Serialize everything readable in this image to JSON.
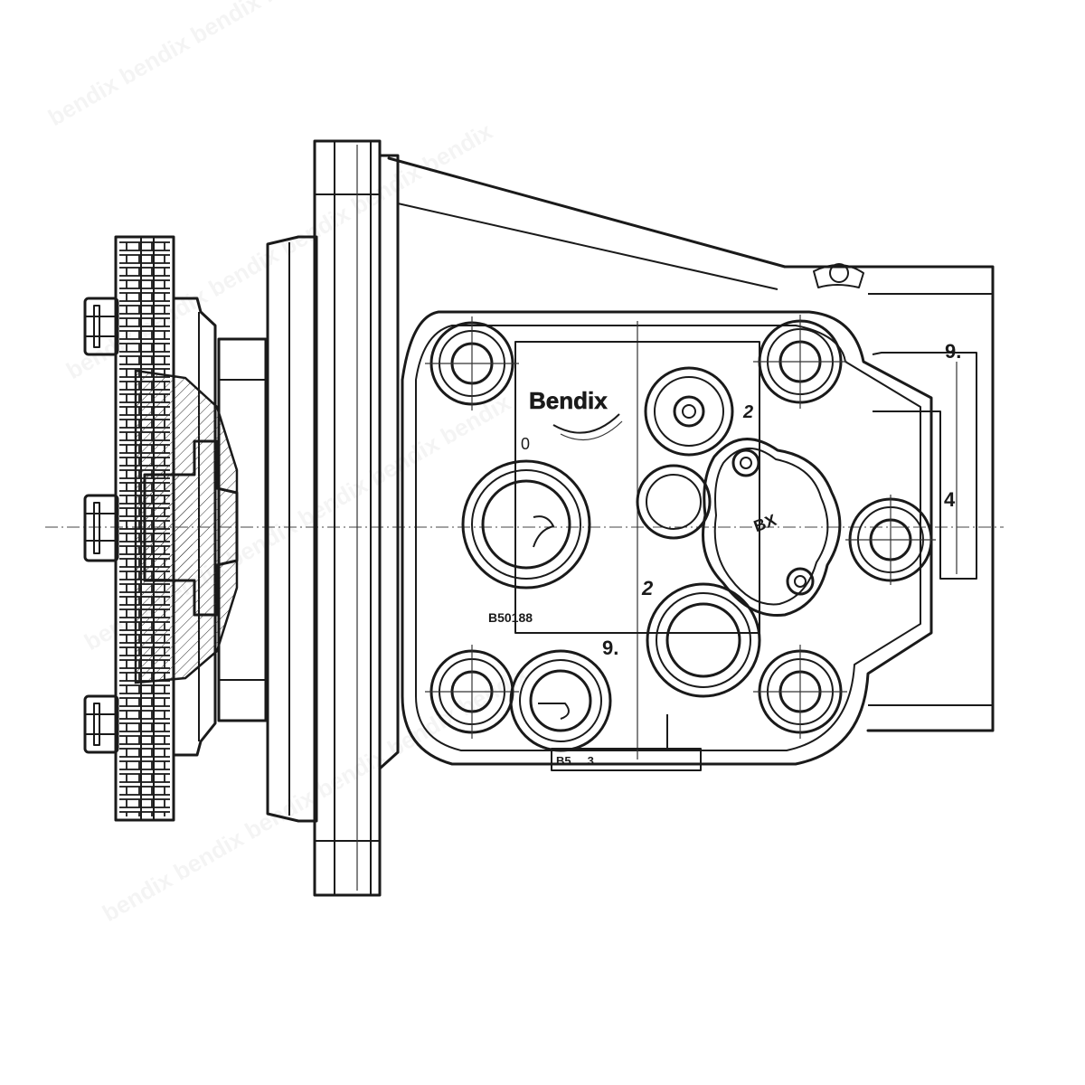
{
  "drawing": {
    "brand_text": "Bendix",
    "plate_marking": "B50188",
    "bottom_marking": "B5 ... 3",
    "cover_text": "BX"
  },
  "labels": {
    "port_9_top": "9.",
    "port_9_bottom": "9.",
    "port_4": "4",
    "port_2_upper": "2",
    "port_2_lower": "2",
    "port_0": "0"
  },
  "colors": {
    "line": "#1a1a1a",
    "background": "#ffffff"
  }
}
